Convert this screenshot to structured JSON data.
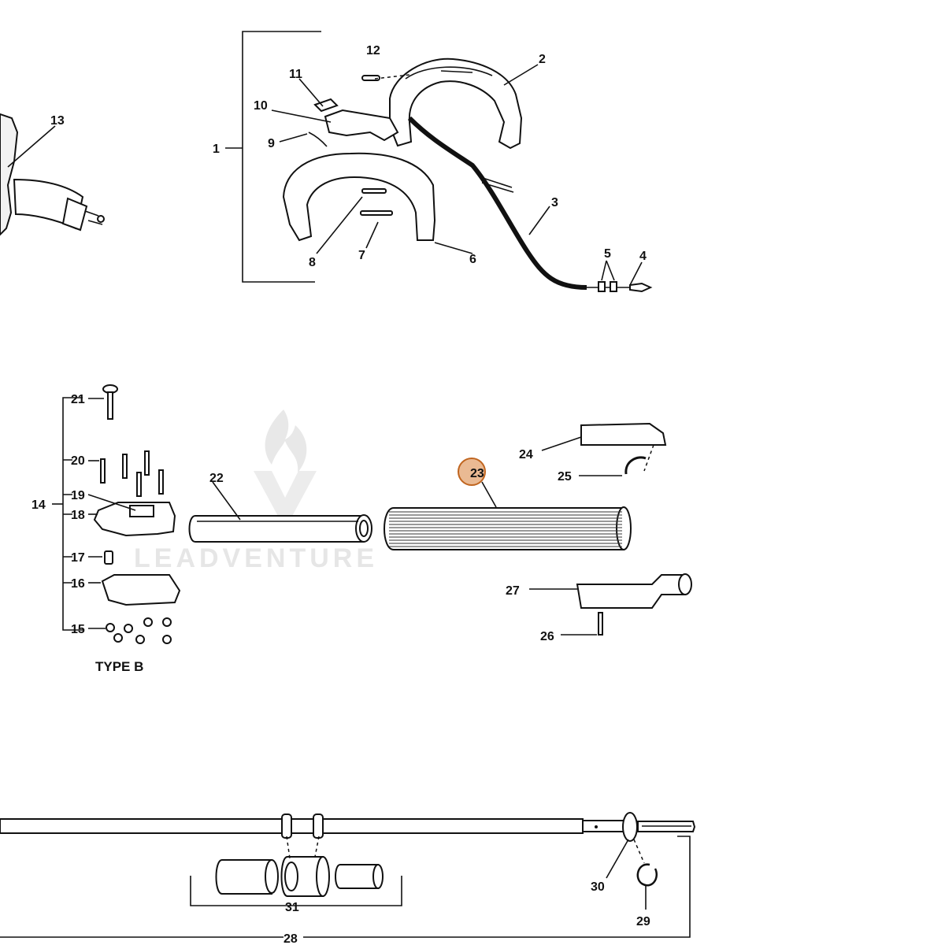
{
  "diagram": {
    "type_label": "TYPE B",
    "watermark": "LEADVENTURE",
    "highlight_color": "#d9823b",
    "line_color": "#111111",
    "callouts": [
      {
        "id": "c1",
        "text": "1"
      },
      {
        "id": "c2",
        "text": "2"
      },
      {
        "id": "c3",
        "text": "3"
      },
      {
        "id": "c4",
        "text": "4"
      },
      {
        "id": "c5",
        "text": "5"
      },
      {
        "id": "c6",
        "text": "6"
      },
      {
        "id": "c7",
        "text": "7"
      },
      {
        "id": "c8",
        "text": "8"
      },
      {
        "id": "c9",
        "text": "9"
      },
      {
        "id": "c10",
        "text": "10"
      },
      {
        "id": "c11",
        "text": "11"
      },
      {
        "id": "c12",
        "text": "12"
      },
      {
        "id": "c13",
        "text": "13"
      },
      {
        "id": "c14",
        "text": "14"
      },
      {
        "id": "c15",
        "text": "15"
      },
      {
        "id": "c16",
        "text": "16"
      },
      {
        "id": "c17",
        "text": "17"
      },
      {
        "id": "c18",
        "text": "18"
      },
      {
        "id": "c19",
        "text": "19"
      },
      {
        "id": "c20",
        "text": "20"
      },
      {
        "id": "c21",
        "text": "21"
      },
      {
        "id": "c22",
        "text": "22"
      },
      {
        "id": "c23",
        "text": "23",
        "highlighted": true
      },
      {
        "id": "c24",
        "text": "24"
      },
      {
        "id": "c25",
        "text": "25"
      },
      {
        "id": "c26",
        "text": "26"
      },
      {
        "id": "c27",
        "text": "27"
      },
      {
        "id": "c28",
        "text": "28"
      },
      {
        "id": "c29",
        "text": "29"
      },
      {
        "id": "c30",
        "text": "30"
      },
      {
        "id": "c31",
        "text": "31"
      }
    ]
  }
}
